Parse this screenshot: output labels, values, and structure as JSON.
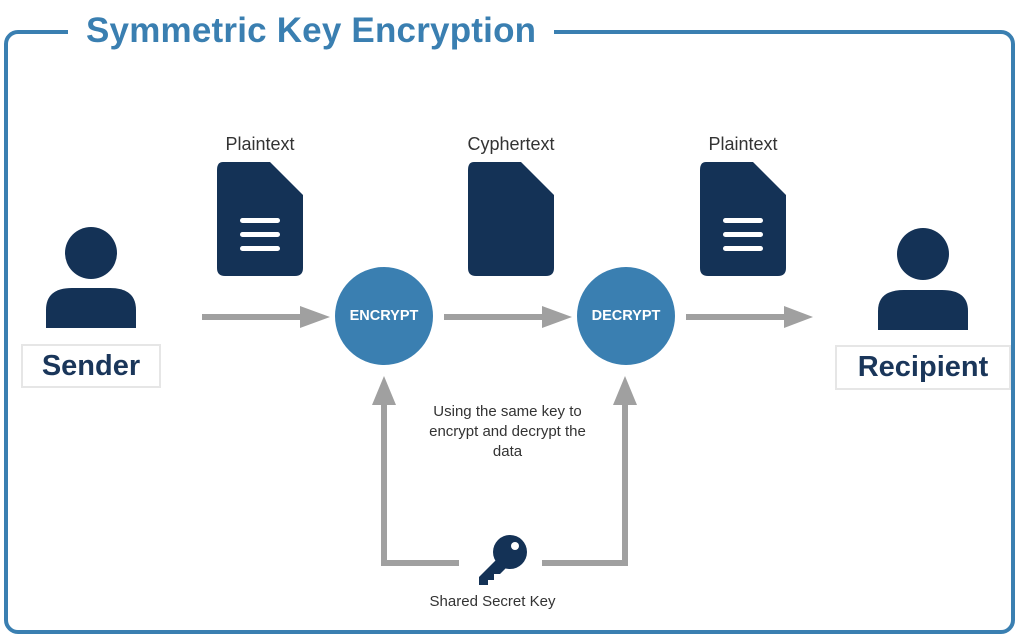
{
  "title": "Symmetric Key Encryption",
  "sender": {
    "label": "Sender"
  },
  "recipient": {
    "label": "Recipient"
  },
  "documents": [
    {
      "label": "Plaintext"
    },
    {
      "label": "Cyphertext"
    },
    {
      "label": "Plaintext"
    }
  ],
  "steps": {
    "encrypt": "ENCRYPT",
    "decrypt": "DECRYPT"
  },
  "note": "Using the same key to encrypt and decrypt the data",
  "key": {
    "label": "Shared Secret Key"
  },
  "colors": {
    "accent": "#3a7fb1",
    "dark": "#143256",
    "arrow": "#a0a0a0"
  }
}
